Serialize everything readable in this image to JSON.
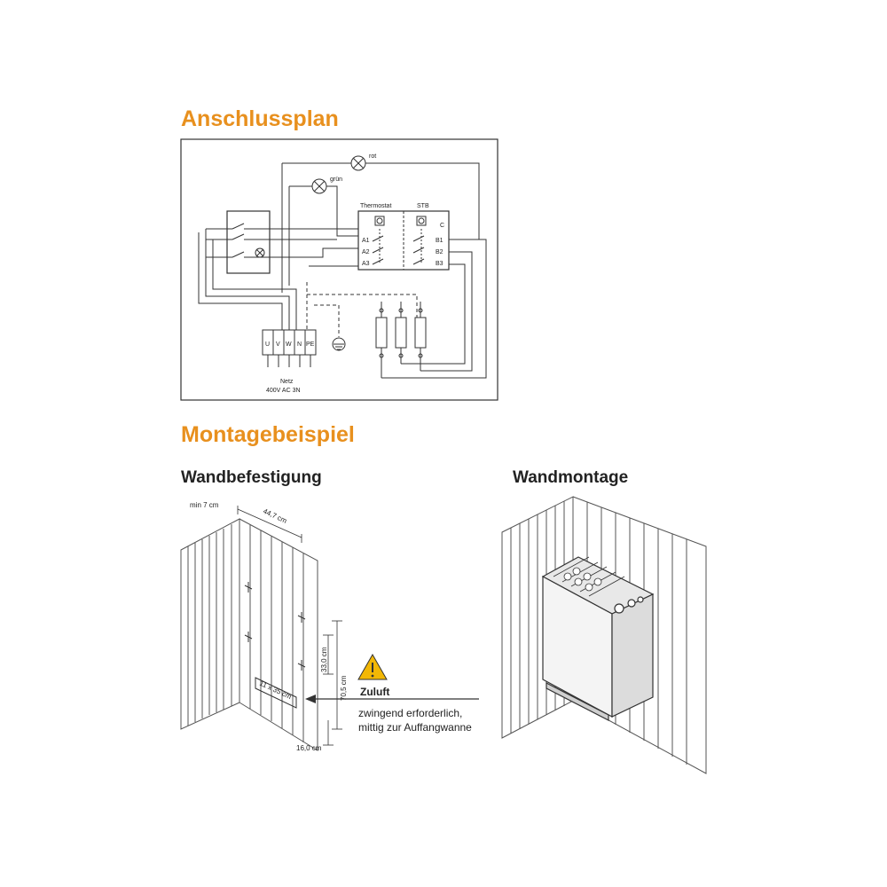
{
  "sections": {
    "wiring": {
      "title": "Anschlussplan"
    },
    "mounting": {
      "title": "Montagebeispiel"
    }
  },
  "wiring": {
    "lamp_red": "rot",
    "lamp_green": "grün",
    "thermostat": "Thermostat",
    "stb": "STB",
    "contacts_a": [
      "A1",
      "A2",
      "A3"
    ],
    "contacts_b": [
      "B1",
      "B2",
      "B3"
    ],
    "terminal_symbol": "C",
    "terminals": [
      "U",
      "V",
      "W",
      "N",
      "PE"
    ],
    "mains_label": "Netz",
    "mains_spec": "400V AC 3N"
  },
  "mounting": {
    "wall_fixing_title": "Wandbefestigung",
    "wall_mount_title": "Wandmontage",
    "dim_min": "min 7 cm",
    "dim_width": "44,7 cm",
    "dim_33": "33,0 cm",
    "dim_70": "70,5 cm",
    "dim_16": "16,0 cm",
    "vent_size": "11 x 35 cm",
    "airflow_label": "Zuluft",
    "airflow_note_1": "zwingend erforderlich,",
    "airflow_note_2": "mittig zur Auffangwanne"
  },
  "colors": {
    "title": "#e8901e",
    "line": "#333333",
    "warning": "#f2b705"
  }
}
